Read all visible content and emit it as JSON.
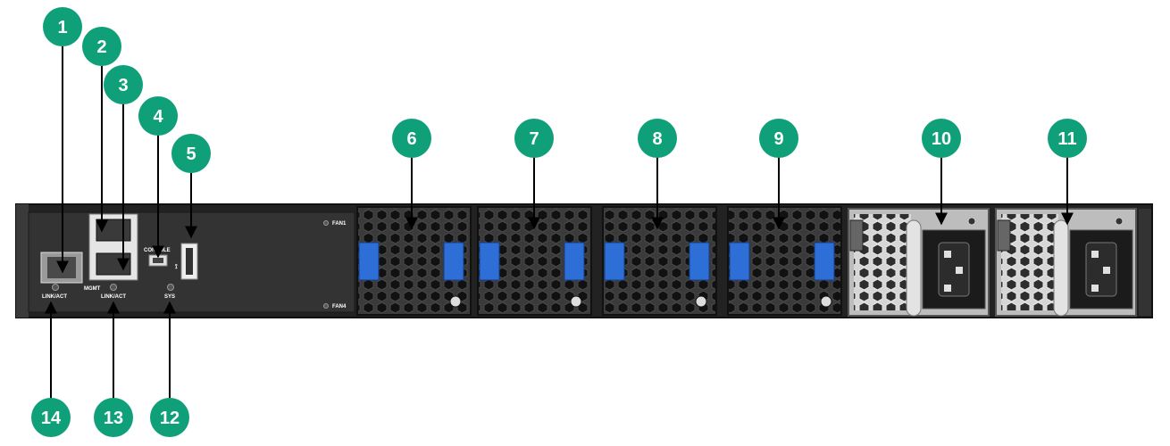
{
  "colors": {
    "callout": "#0fa07a",
    "chassis": "#2e2e2e",
    "fan_blue": "#2d6fd6",
    "psu_silver": "#c8c8c8"
  },
  "callouts": {
    "c1": "1",
    "c2": "2",
    "c3": "3",
    "c4": "4",
    "c5": "5",
    "c6": "6",
    "c7": "7",
    "c8": "8",
    "c9": "9",
    "c10": "10",
    "c11": "11",
    "c12": "12",
    "c13": "13",
    "c14": "14"
  },
  "panel_labels": {
    "mgmt": "MGMT",
    "console": "CONSOLE",
    "link_act_left": "LINK/ACT",
    "link_act_mid": "LINK/ACT",
    "sys": "SYS",
    "fan1": "FAN1",
    "fan4": "FAN4"
  },
  "icons": {
    "usb": "usb-icon",
    "grille": "hexagon-grille",
    "fan_handle": "blue-latch",
    "power_inlet": "iec-c14-inlet"
  }
}
